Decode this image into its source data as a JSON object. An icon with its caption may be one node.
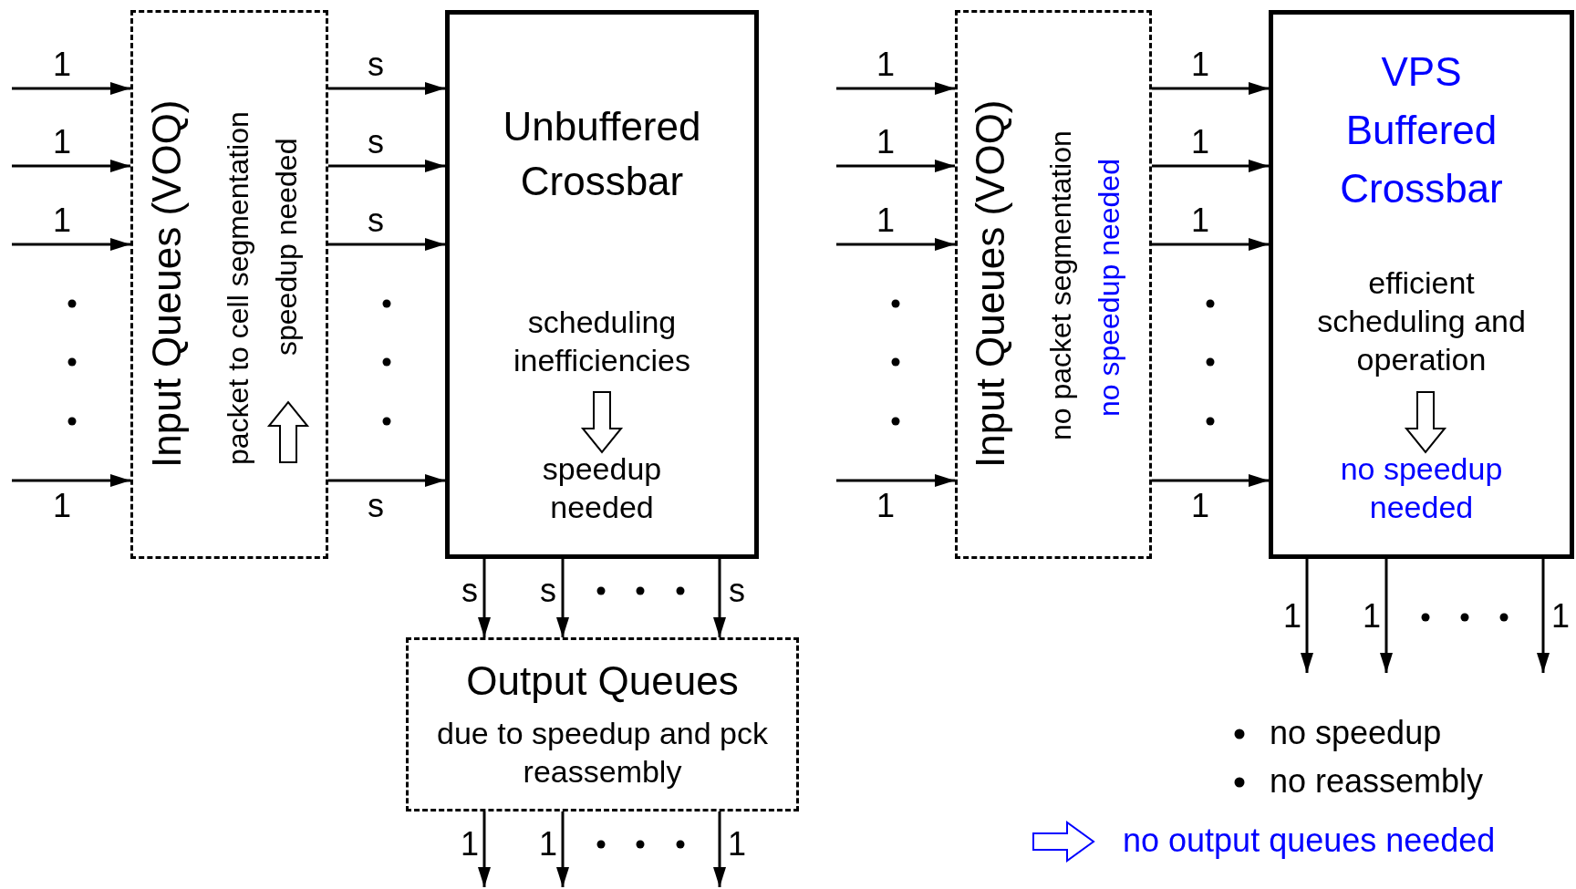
{
  "diagram": {
    "nodes": [
      {
        "text": [
          "Input Queues (VOQ)",
          "packet to cell segmentation",
          "speedup needed"
        ]
      },
      {
        "text": [
          "Unbuffered Crossbar",
          "scheduling inefficiencies",
          "speedup needed"
        ]
      },
      {
        "text": [
          "Output Queues",
          "due to speedup and pck reassembly"
        ]
      },
      {
        "text": [
          "Input Queues (VOQ)",
          "no packet segmentation",
          "no speedup needed"
        ]
      },
      {
        "text": [
          "VPS Buffered Crossbar",
          "efficient scheduling and operation",
          "no speedup needed"
        ]
      }
    ],
    "edges": [
      {
        "from": null,
        "to": 0,
        "arrow": "to",
        "label": "1"
      },
      {
        "from": null,
        "to": 0,
        "arrow": "to",
        "label": "1"
      },
      {
        "from": null,
        "to": 0,
        "arrow": "to",
        "label": "1"
      },
      {
        "from": null,
        "to": 0,
        "arrow": "to",
        "label": "1"
      },
      {
        "from": 0,
        "to": 1,
        "arrow": "to",
        "label": "s"
      },
      {
        "from": 0,
        "to": 1,
        "arrow": "to",
        "label": "s"
      },
      {
        "from": 0,
        "to": 1,
        "arrow": "to",
        "label": "s"
      },
      {
        "from": 0,
        "to": 1,
        "arrow": "to",
        "label": "s"
      },
      {
        "from": 1,
        "to": 2,
        "arrow": "to",
        "label": "s"
      },
      {
        "from": 1,
        "to": 2,
        "arrow": "to",
        "label": "s"
      },
      {
        "from": 1,
        "to": 2,
        "arrow": "to",
        "label": "s"
      },
      {
        "from": 2,
        "to": null,
        "arrow": "to",
        "label": "1"
      },
      {
        "from": 2,
        "to": null,
        "arrow": "to",
        "label": "1"
      },
      {
        "from": 2,
        "to": null,
        "arrow": "to",
        "label": "1"
      },
      {
        "from": null,
        "to": 3,
        "arrow": "to",
        "label": "1"
      },
      {
        "from": null,
        "to": 3,
        "arrow": "to",
        "label": "1"
      },
      {
        "from": null,
        "to": 3,
        "arrow": "to",
        "label": "1"
      },
      {
        "from": null,
        "to": 3,
        "arrow": "to",
        "label": "1"
      },
      {
        "from": 3,
        "to": 4,
        "arrow": "to",
        "label": "1"
      },
      {
        "from": 3,
        "to": 4,
        "arrow": "to",
        "label": "1"
      },
      {
        "from": 3,
        "to": 4,
        "arrow": "to",
        "label": "1"
      },
      {
        "from": 3,
        "to": 4,
        "arrow": "to",
        "label": "1"
      },
      {
        "from": 4,
        "to": null,
        "arrow": "to",
        "label": "1"
      },
      {
        "from": 4,
        "to": null,
        "arrow": "to",
        "label": "1"
      },
      {
        "from": 4,
        "to": null,
        "arrow": "to",
        "label": "1"
      }
    ],
    "labels": [
      "no speedup",
      "no reassembly",
      "no output queues needed"
    ]
  }
}
